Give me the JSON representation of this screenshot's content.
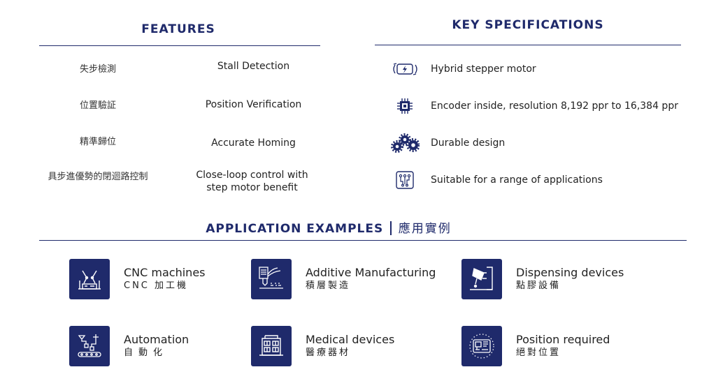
{
  "features": {
    "title": "Features",
    "items": [
      {
        "zh": "失步檢測",
        "en": "Stall Detection"
      },
      {
        "zh": "位置驗証",
        "en": "Position Verification"
      },
      {
        "zh": "精準歸位",
        "en": "Accurate Homing"
      },
      {
        "zh": "具步進優勢的閉迴路控制",
        "en_line1": "Close-loop control with",
        "en_line2": "step motor benefit"
      }
    ]
  },
  "specs": {
    "title": "Key Specifications",
    "items": [
      {
        "icon": "hybrid-motor-icon",
        "text": "Hybrid stepper motor"
      },
      {
        "icon": "encoder-chip-icon",
        "text": "Encoder inside, resolution 8,192 ppr to 16,384 ppr"
      },
      {
        "icon": "gears-icon",
        "text": "Durable design"
      },
      {
        "icon": "circuit-board-icon",
        "text": "Suitable for a range of applications"
      }
    ]
  },
  "applications": {
    "title_en": "Application Examples",
    "title_zh": "應用實例",
    "items": [
      {
        "icon": "cnc-machine-icon",
        "en": "CNC machines",
        "zh": "CNC 加工機"
      },
      {
        "icon": "3d-printer-icon",
        "en": "Additive Manufacturing",
        "zh": "積層製造"
      },
      {
        "icon": "dispenser-icon",
        "en": "Dispensing devices",
        "zh": "點膠設備"
      },
      {
        "icon": "automation-icon",
        "en": "Automation",
        "zh": "自動化"
      },
      {
        "icon": "hospital-icon",
        "en": "Medical devices",
        "zh": "醫療器材"
      },
      {
        "icon": "position-chip-icon",
        "en": "Position required",
        "zh": "絕對位置"
      }
    ]
  },
  "colors": {
    "accent": "#1f2a6b"
  }
}
